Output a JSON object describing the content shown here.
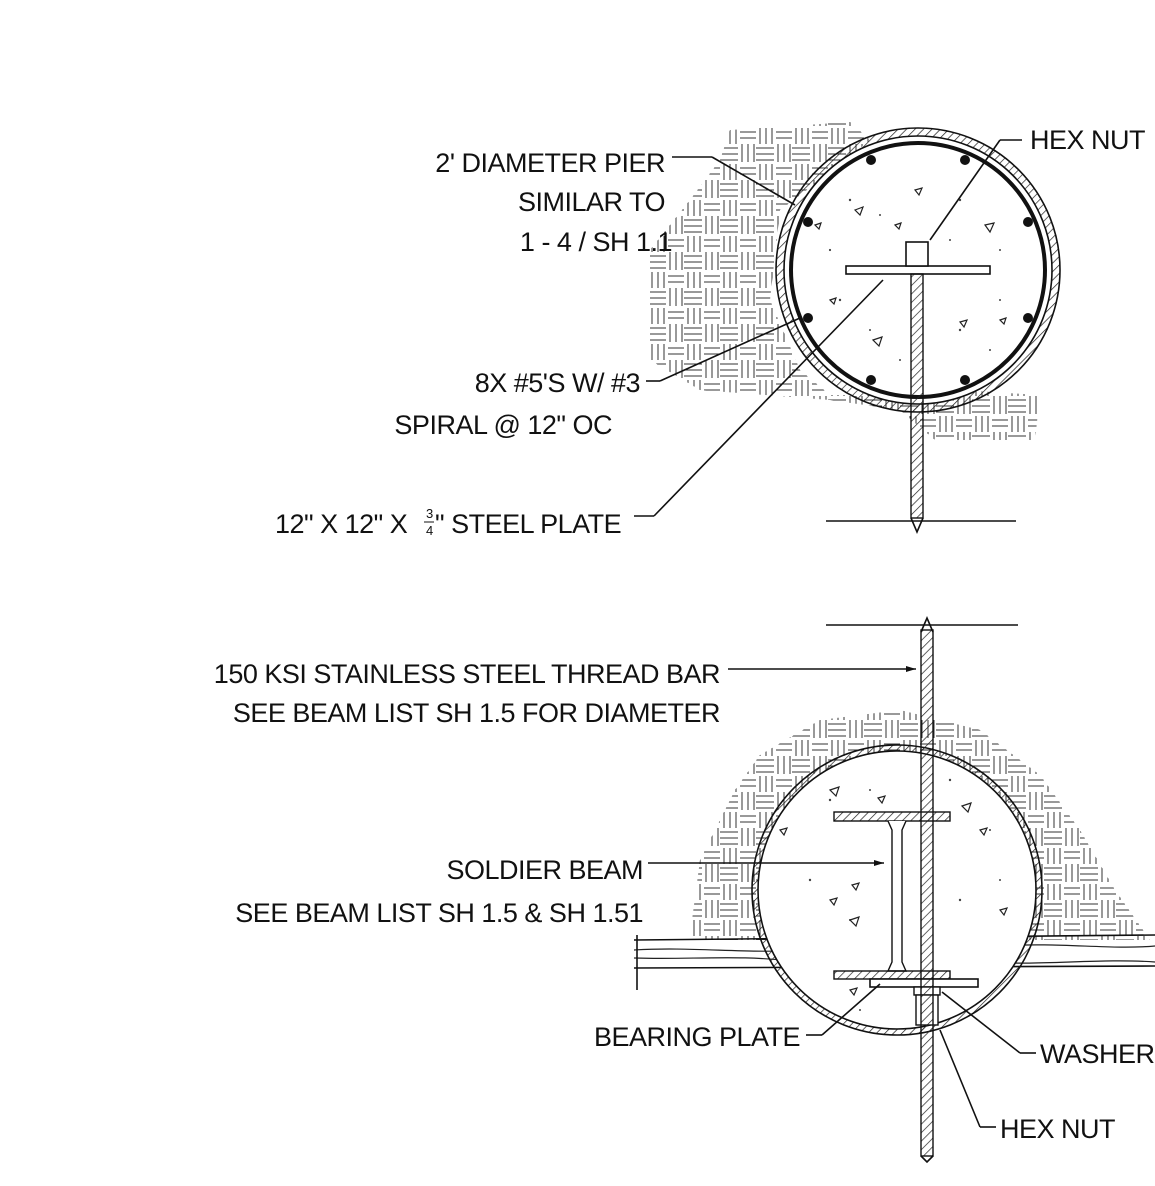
{
  "top_detail": {
    "hex_nut": "HEX NUT",
    "pier_line1": "2' DIAMETER PIER",
    "pier_line2": "SIMILAR TO",
    "pier_line3": "1 - 4 / SH 1.1",
    "rebar_line1": "8X #5'S W/ #3",
    "rebar_line2": "SPIRAL @ 12\" OC",
    "plate_pre": "12\" X 12\" X",
    "plate_frac_num": "3",
    "plate_frac_den": "4",
    "plate_post": "\" STEEL PLATE"
  },
  "bottom_detail": {
    "thread_bar_line1": "150 KSI STAINLESS STEEL THREAD BAR",
    "thread_bar_line2": "SEE BEAM LIST SH 1.5 FOR DIAMETER",
    "soldier_line1": "SOLDIER BEAM",
    "soldier_line2": "SEE BEAM LIST SH 1.5 & SH 1.51",
    "bearing_plate": "BEARING PLATE",
    "washer": "WASHER",
    "hex_nut": "HEX NUT"
  }
}
